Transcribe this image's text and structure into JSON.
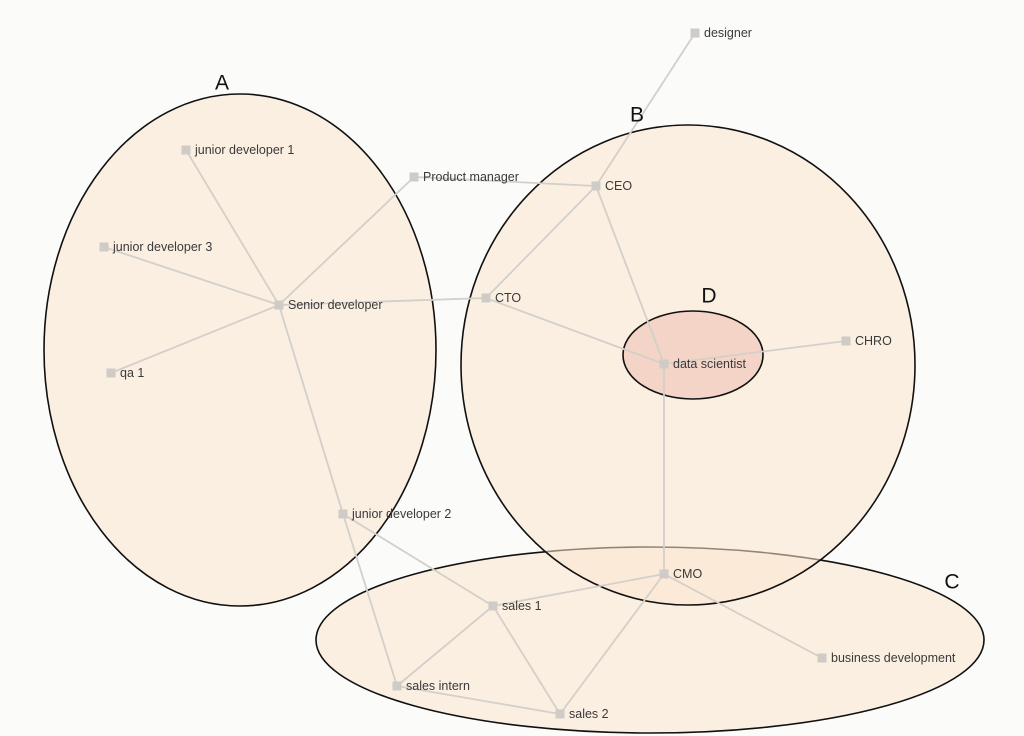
{
  "groups": [
    {
      "id": "A",
      "label": "A"
    },
    {
      "id": "B",
      "label": "B"
    },
    {
      "id": "C",
      "label": "C"
    },
    {
      "id": "D",
      "label": "D"
    }
  ],
  "nodes": [
    {
      "id": "designer",
      "label": "designer"
    },
    {
      "id": "jd1",
      "label": "junior developer 1"
    },
    {
      "id": "pm",
      "label": "Product manager"
    },
    {
      "id": "ceo",
      "label": "CEO"
    },
    {
      "id": "jd3",
      "label": "junior developer 3"
    },
    {
      "id": "sd",
      "label": "Senior developer"
    },
    {
      "id": "cto",
      "label": "CTO"
    },
    {
      "id": "ds",
      "label": "data scientist"
    },
    {
      "id": "chro",
      "label": "CHRO"
    },
    {
      "id": "qa1",
      "label": "qa 1"
    },
    {
      "id": "jd2",
      "label": "junior developer 2"
    },
    {
      "id": "cmo",
      "label": "CMO"
    },
    {
      "id": "sales1",
      "label": "sales 1"
    },
    {
      "id": "bizdev",
      "label": "business development"
    },
    {
      "id": "intern",
      "label": "sales intern"
    },
    {
      "id": "sales2",
      "label": "sales 2"
    }
  ],
  "edges": [
    [
      "designer",
      "ceo"
    ],
    [
      "pm",
      "ceo"
    ],
    [
      "pm",
      "sd"
    ],
    [
      "jd1",
      "sd"
    ],
    [
      "jd3",
      "sd"
    ],
    [
      "qa1",
      "sd"
    ],
    [
      "sd",
      "cto"
    ],
    [
      "sd",
      "jd2"
    ],
    [
      "ceo",
      "cto"
    ],
    [
      "ceo",
      "ds"
    ],
    [
      "cto",
      "ds"
    ],
    [
      "ds",
      "chro"
    ],
    [
      "ds",
      "cmo"
    ],
    [
      "jd2",
      "sales1"
    ],
    [
      "jd2",
      "intern"
    ],
    [
      "cmo",
      "sales1"
    ],
    [
      "cmo",
      "sales2"
    ],
    [
      "cmo",
      "bizdev"
    ],
    [
      "sales1",
      "intern"
    ],
    [
      "sales1",
      "sales2"
    ],
    [
      "intern",
      "sales2"
    ]
  ],
  "colors": {
    "background": "#fbfbf9",
    "group_fill": "#fbe6cf",
    "group_d_fill": "#f2cbbd",
    "group_stroke": "#111111",
    "edge": "#d3cfc9",
    "node": "#cfcbc6",
    "label": "#3a3a3a"
  }
}
